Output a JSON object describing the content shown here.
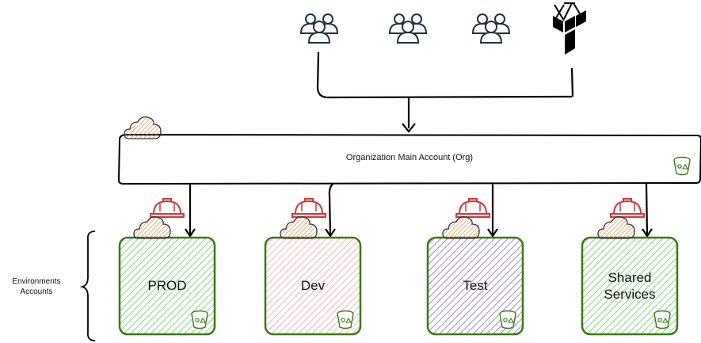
{
  "org": {
    "label": "Organization Main Account (Org)"
  },
  "environments": {
    "label": "Environments\nAccounts"
  },
  "accounts": [
    {
      "label": "PROD",
      "fill": "#5fd35f"
    },
    {
      "label": "Dev",
      "fill": "#f5a3a3"
    },
    {
      "label": "Test",
      "fill": "#8b6bb5"
    },
    {
      "label": "Shared\nServices",
      "fill": "#5fd35f"
    }
  ],
  "icons": {
    "users": "users-group-icon",
    "terraform": "terraform-icon",
    "cloud": "cloud-icon",
    "helmet": "hard-hat-icon",
    "bucket": "s3-bucket-icon"
  },
  "colors": {
    "account_border": "#3a7a14",
    "helmet": "#d0373b",
    "cloud": "#e8893a",
    "line": "#000000"
  }
}
